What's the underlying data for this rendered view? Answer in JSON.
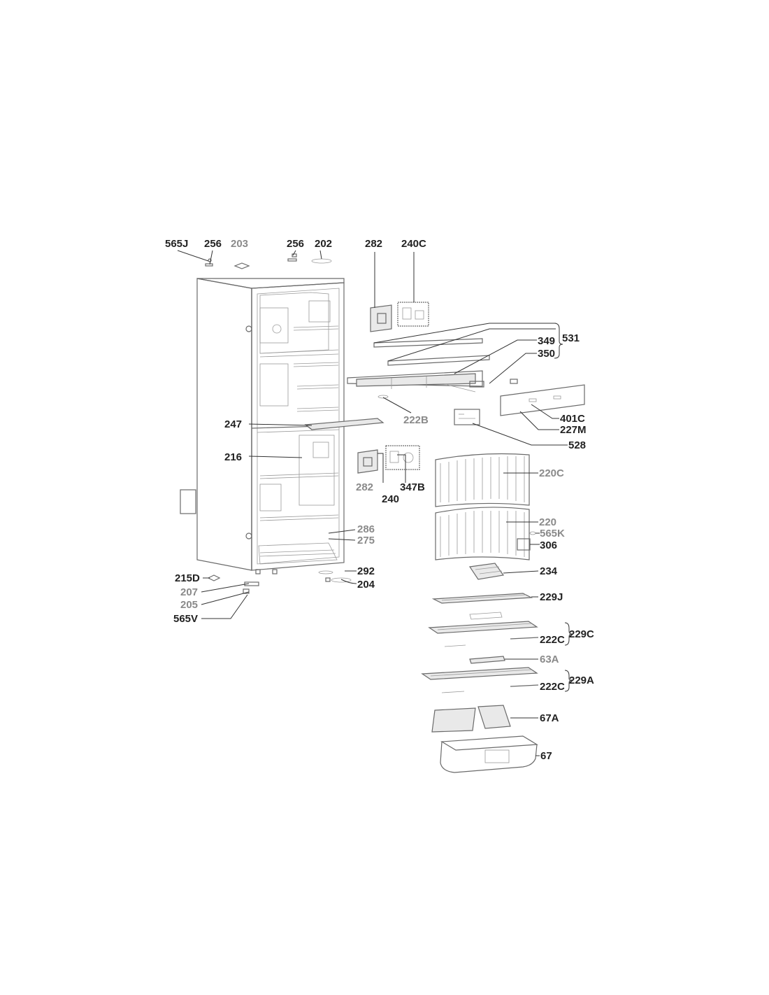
{
  "colors": {
    "label_dark": "#222222",
    "label_gray": "#8a8a8a",
    "line": "#6a6a6a"
  },
  "labels": {
    "p565J": "565J",
    "p256a": "256",
    "p203": "203",
    "p256b": "256",
    "p202": "202",
    "p282a": "282",
    "p240C": "240C",
    "p531": "531",
    "p349": "349",
    "p350": "350",
    "p222B": "222B",
    "p401C": "401C",
    "p227M": "227M",
    "p528": "528",
    "p247": "247",
    "p216": "216",
    "p282b": "282",
    "p240": "240",
    "p347B": "347B",
    "p220C": "220C",
    "p220": "220",
    "p565K": "565K",
    "p306": "306",
    "p286": "286",
    "p275": "275",
    "p292": "292",
    "p204": "204",
    "p215D": "215D",
    "p207": "207",
    "p205": "205",
    "p565V": "565V",
    "p234": "234",
    "p229J": "229J",
    "p229C": "229C",
    "p222Ca": "222C",
    "p63A": "63A",
    "p229A": "229A",
    "p222Cb": "222C",
    "p67A": "67A",
    "p67": "67"
  }
}
